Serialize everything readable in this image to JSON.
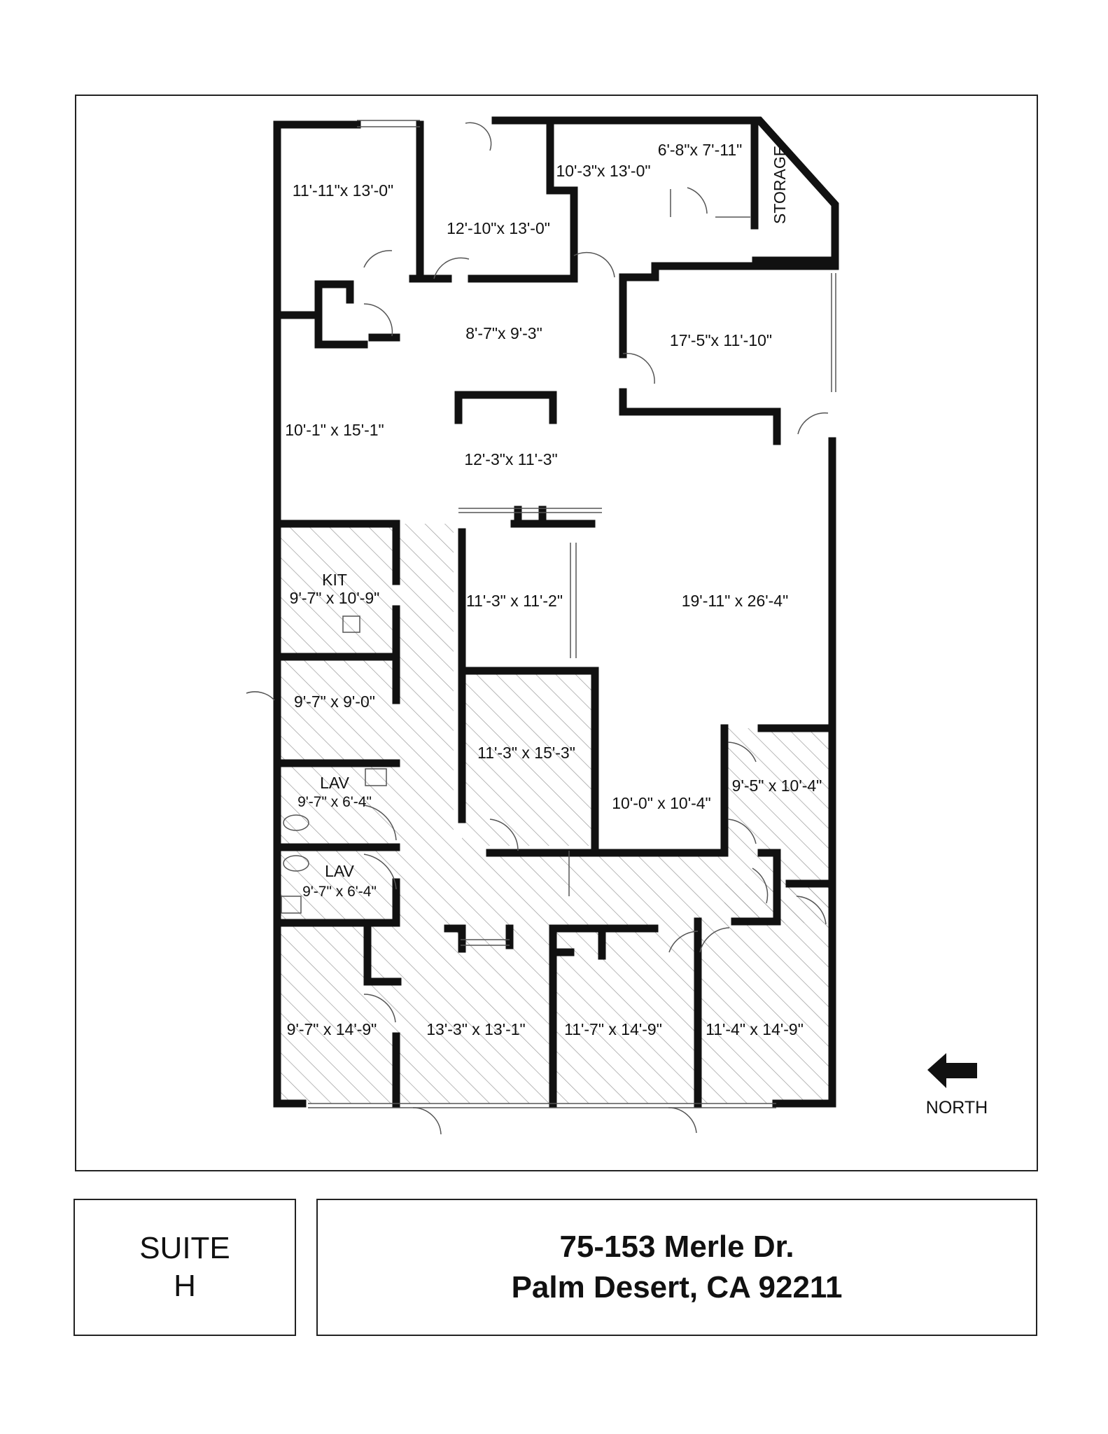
{
  "rooms": [
    {
      "id": "r1",
      "label": "11'-11\"x 13'-0\""
    },
    {
      "id": "r2",
      "label": "12'-10\"x 13'-0\""
    },
    {
      "id": "r3",
      "label": "10'-3\"x 13'-0\""
    },
    {
      "id": "r4",
      "label": "6'-8\"x 7'-11\""
    },
    {
      "id": "r5",
      "label": "STORAGE"
    },
    {
      "id": "r6",
      "label": "8'-7\"x 9'-3\""
    },
    {
      "id": "r7",
      "label": "17'-5\"x 11'-10\""
    },
    {
      "id": "r8",
      "label": "10'-1\" x 15'-1\""
    },
    {
      "id": "r9",
      "label": "12'-3\"x 11'-3\""
    },
    {
      "id": "r10",
      "label": "KIT"
    },
    {
      "id": "r11",
      "label": "9'-7\" x 10'-9\""
    },
    {
      "id": "r12",
      "label": "11'-3\" x 11'-2\""
    },
    {
      "id": "r13",
      "label": "19'-11\" x 26'-4\""
    },
    {
      "id": "r14",
      "label": "9'-7\" x 9'-0\""
    },
    {
      "id": "r15",
      "label": "11'-3\" x 15'-3\""
    },
    {
      "id": "r16",
      "label": "LAV"
    },
    {
      "id": "r17",
      "label": "9'-7\" x 6'-4\""
    },
    {
      "id": "r18",
      "label": "10'-0\" x 10'-4\""
    },
    {
      "id": "r19",
      "label": "9'-5\" x 10'-4\""
    },
    {
      "id": "r20",
      "label": "LAV"
    },
    {
      "id": "r21",
      "label": "9'-7\" x 6'-4\""
    },
    {
      "id": "r22",
      "label": "9'-7\" x 14'-9\""
    },
    {
      "id": "r23",
      "label": "13'-3\" x 13'-1\""
    },
    {
      "id": "r24",
      "label": "11'-7\" x 14'-9\""
    },
    {
      "id": "r25",
      "label": "11'-4\" x 14'-9\""
    }
  ],
  "north": {
    "label": "NORTH"
  },
  "suite": {
    "line1": "SUITE",
    "line2": "H"
  },
  "address": {
    "line1": "75-153 Merle Dr.",
    "line2": "Palm Desert, CA  92211"
  },
  "colors": {
    "wall": "#111111",
    "hatch": "#9a9a9a",
    "frame": "#222222"
  }
}
